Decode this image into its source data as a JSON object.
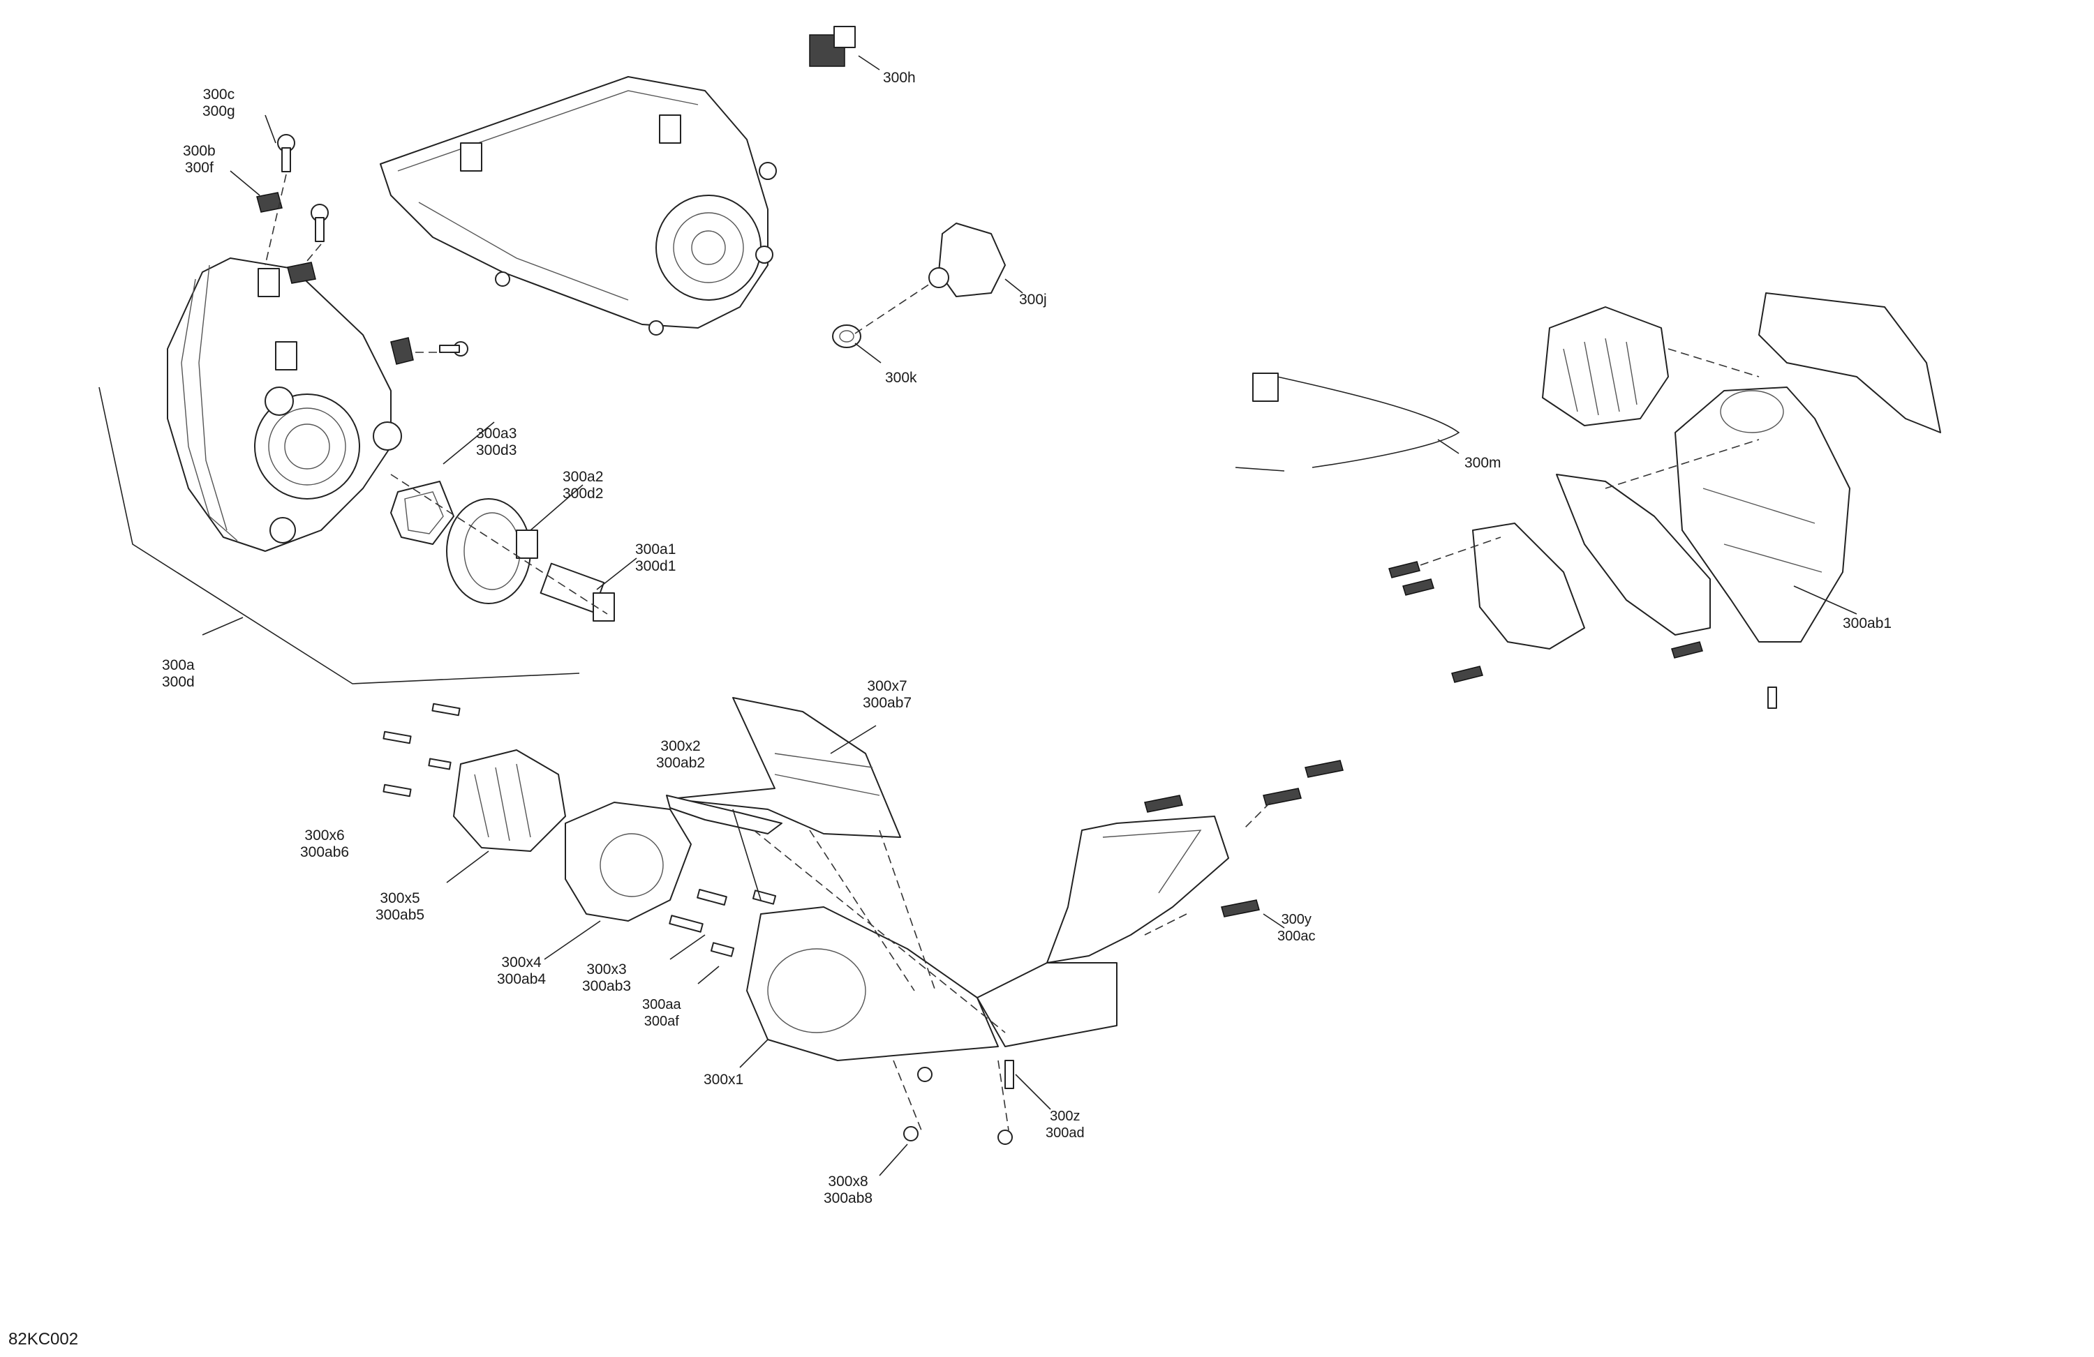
{
  "labels": {
    "h300c_g": [
      "300c",
      "300g"
    ],
    "h300b_f": [
      "300b",
      "300f"
    ],
    "h300h": [
      "300h"
    ],
    "h300j": [
      "300j"
    ],
    "h300k": [
      "300k"
    ],
    "h300a3_d3": [
      "300a3",
      "300d3"
    ],
    "h300a2_d2": [
      "300a2",
      "300d2"
    ],
    "h300a1_d1": [
      "300a1",
      "300d1"
    ],
    "h300a_d": [
      "300a",
      "300d"
    ],
    "h300m": [
      "300m"
    ],
    "h300ab1": [
      "300ab1"
    ],
    "h300x7": [
      "300x7",
      "300ab7"
    ],
    "h300x2": [
      "300x2",
      "300ab2"
    ],
    "h300x6": [
      "300x6",
      "300ab6"
    ],
    "h300x5": [
      "300x5",
      "300ab5"
    ],
    "h300x4": [
      "300x4",
      "300ab4"
    ],
    "h300x3": [
      "300x3",
      "300ab3"
    ],
    "h300aa": [
      "300aa",
      "300af"
    ],
    "h300x1": [
      "300x1"
    ],
    "h300x8": [
      "300x8",
      "300ab8"
    ],
    "h300z": [
      "300z",
      "300ad"
    ],
    "h300y": [
      "300y",
      "300ac"
    ]
  },
  "reference_code": "82KC002"
}
